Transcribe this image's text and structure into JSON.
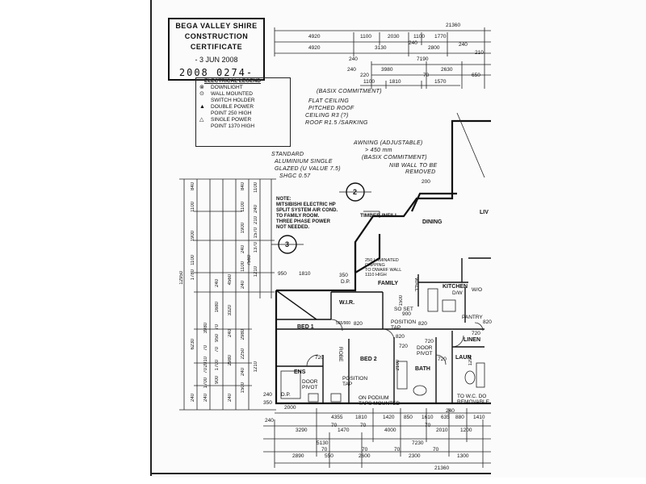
{
  "stamp": {
    "line1": "BEGA VALLEY SHIRE",
    "line2": "CONSTRUCTION",
    "line3": "CERTIFICATE",
    "date": "- 3 JUN 2008",
    "number": "2008 0274-"
  },
  "legend": {
    "title": "ELECTRICAL LEGEND",
    "items": [
      {
        "sym": "⊗",
        "text": "DOWNLIGHT"
      },
      {
        "sym": "⊙",
        "text": "WALL MOUNTED"
      },
      {
        "sym": "",
        "text": "SWITCH HOLDER"
      },
      {
        "sym": "▲",
        "text": "DOUBLE POWER"
      },
      {
        "sym": "",
        "text": "POINT 250 HIGH"
      },
      {
        "sym": "△",
        "text": "SINGLE POWER"
      },
      {
        "sym": "",
        "text": "POINT 1370 HIGH"
      }
    ]
  },
  "hand_notes": {
    "basix1": "(BASIX COMMITMENT)",
    "ceil1": "FLAT CEILING",
    "ceil2": "PITCHED ROOF",
    "ceil3": "CEILING R3 (?)",
    "ceil4": "ROOF R1.5 /SARKING",
    "win1": "STANDARD",
    "win2": "ALUMINIUM SINGLE",
    "win3": "GLAZED (U VALUE 7.5)",
    "win4": "SHGC 0.57",
    "awn1": "AWNING (ADJUSTABLE)",
    "awn2": "> 450 mm",
    "awn3": "(BASIX COMMITMENT)",
    "nib": "NIB WALL TO BE",
    "nib2": "REMOVED"
  },
  "note": {
    "l1": "NOTE:",
    "l2": "MITSIBISHI ELECTRIC HP",
    "l3": "SPLIT SYSTEM AIR COND.",
    "l4": "TO FAMILY ROOM.",
    "l5": "THREE PHASE POWER",
    "l6": "NOT NEEDED."
  },
  "rooms": {
    "dining": "DINING",
    "family": "FAMILY",
    "kitchen": "KITCHEN",
    "wir": "W.I.R.",
    "bed1": "BED 1",
    "bed2": "BED 2",
    "ens": "ENS",
    "bath": "BATH",
    "laun": "LAUN",
    "linen": "LINEN",
    "robe": "ROBE",
    "pantry": "PANTRY",
    "liv": "LIV"
  },
  "labels": {
    "timber": "TIMBER INFILL",
    "laminated1": "250 LAMINATED",
    "laminated2": "CAPPING",
    "laminated3": "TO DWARF WALL",
    "laminated4": "1110 HIGH",
    "soset": "SO SET",
    "pos_tap1": "POSITION",
    "pos_tap2": "TAP",
    "door_pivot1": "DOOR",
    "door_pivot2": "PIVOT",
    "pos_tap3": "POSITION",
    "pos_tap4": "TAP",
    "podium1": "ON PODIUM",
    "podium2": "TAPS MOUNTED",
    "wc1": "TO W.C. DO",
    "wc2": "REMOVABLE",
    "dp1": "D.P.",
    "dp2": "D.P.",
    "circle2": "2",
    "circle3": "3",
    "wall": "WALL",
    "dw": "D/W",
    "wo": "W/O"
  },
  "top_dims": {
    "total": "21360",
    "r1": [
      "4920",
      "1100",
      "2030",
      "1100",
      "1770"
    ],
    "r1b": "240",
    "r2": [
      "4920",
      "3130",
      "2800"
    ],
    "r2b": "240",
    "r3": [
      "240",
      "7190",
      "210"
    ],
    "r4": [
      "240",
      "3980",
      "2630",
      "650"
    ],
    "r5": [
      "1100",
      "1810",
      "1570"
    ],
    "r5b": [
      "220",
      "70"
    ]
  },
  "bottom_dims": {
    "r1": [
      "2000",
      "4355",
      "1810",
      "1420",
      "850",
      "1610",
      "635",
      "880",
      "1410"
    ],
    "r1b": "240",
    "r2": [
      "3290",
      "1470",
      "4000",
      "2010",
      "1200"
    ],
    "r2b": [
      "70",
      "70",
      "70"
    ],
    "r3": [
      "5130",
      "7230"
    ],
    "r4": [
      "2890",
      "550",
      "2600",
      "2300",
      "1300"
    ],
    "r4b": [
      "70",
      "70",
      "70",
      "70"
    ],
    "total": "21360",
    "side": [
      "240",
      "350",
      "240"
    ]
  },
  "left_dims": {
    "total": "12950",
    "c1": [
      "840",
      "1100",
      "1900",
      "1100",
      "1780",
      "240"
    ],
    "c2": [
      "6230"
    ],
    "c3": [
      "3980",
      "70",
      "2010",
      "70",
      "1700",
      "240"
    ],
    "c4": [
      "240",
      "1680",
      "70",
      "950",
      "70",
      "1700",
      "900"
    ],
    "c5": [
      "4560",
      "3320",
      "240",
      "2980",
      "240"
    ],
    "c6": [
      "840",
      "1100",
      "1900",
      "240",
      "1100",
      "240"
    ],
    "c7": [
      "2980",
      "2250",
      "240",
      "1500"
    ],
    "c8": [
      "1100",
      "240",
      "210",
      "1570",
      "1370",
      "7560",
      "1210",
      "1210"
    ],
    "mid": [
      "950",
      "1810",
      "350"
    ]
  },
  "plan_dims": {
    "d820a": "820",
    "d820b": "820",
    "d820c": "820",
    "d720a": "720",
    "d720b": "720",
    "d720c": "720",
    "d720d": "720",
    "d720e": "720",
    "d820d": "820",
    "d2100": "2100",
    "d1500": "1500",
    "d1200": "1200",
    "d200": "200",
    "d900": "900",
    "d565": "565/900"
  }
}
